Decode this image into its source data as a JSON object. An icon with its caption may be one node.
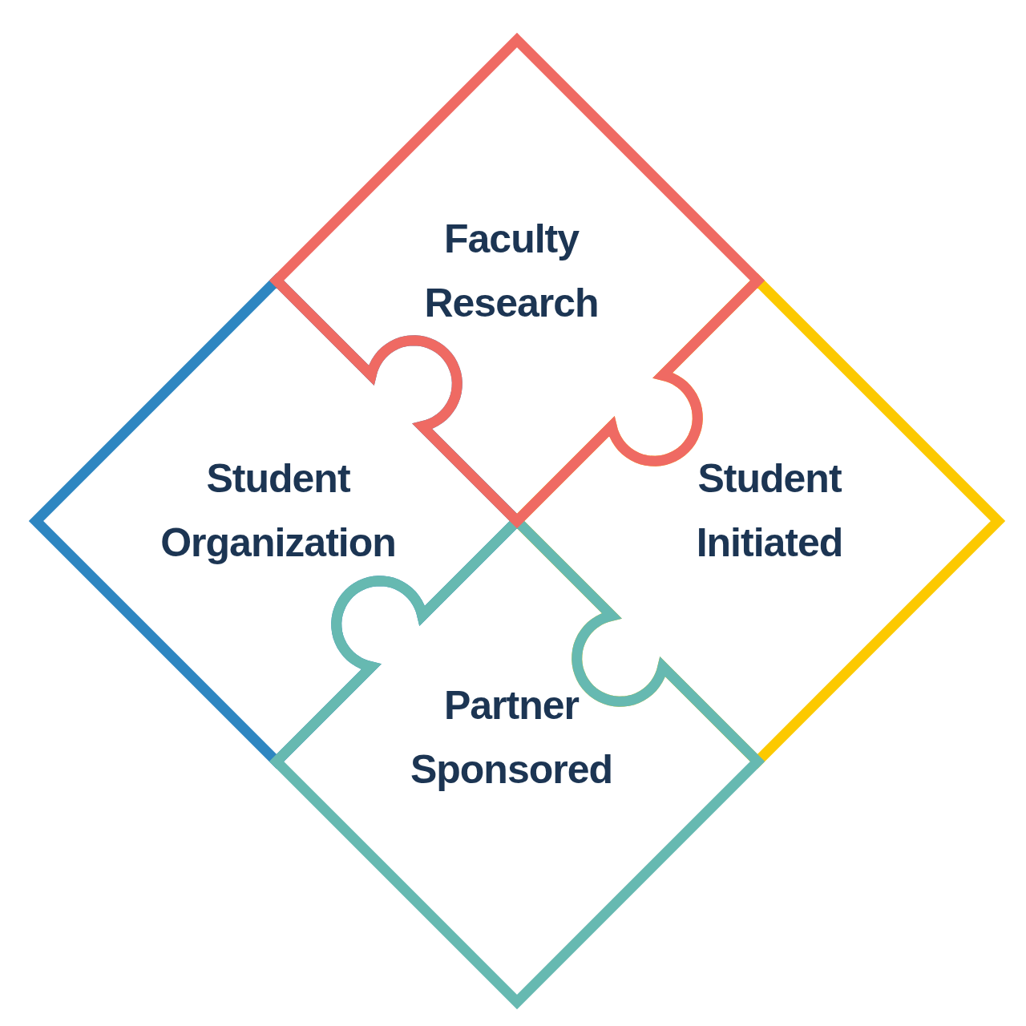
{
  "diagram": {
    "nodes": [
      {
        "text": [
          "Faculty Research"
        ]
      },
      {
        "text": [
          "Student Organization"
        ]
      },
      {
        "text": [
          "Student Initiated"
        ]
      },
      {
        "text": [
          "Partner Sponsored"
        ]
      }
    ]
  }
}
